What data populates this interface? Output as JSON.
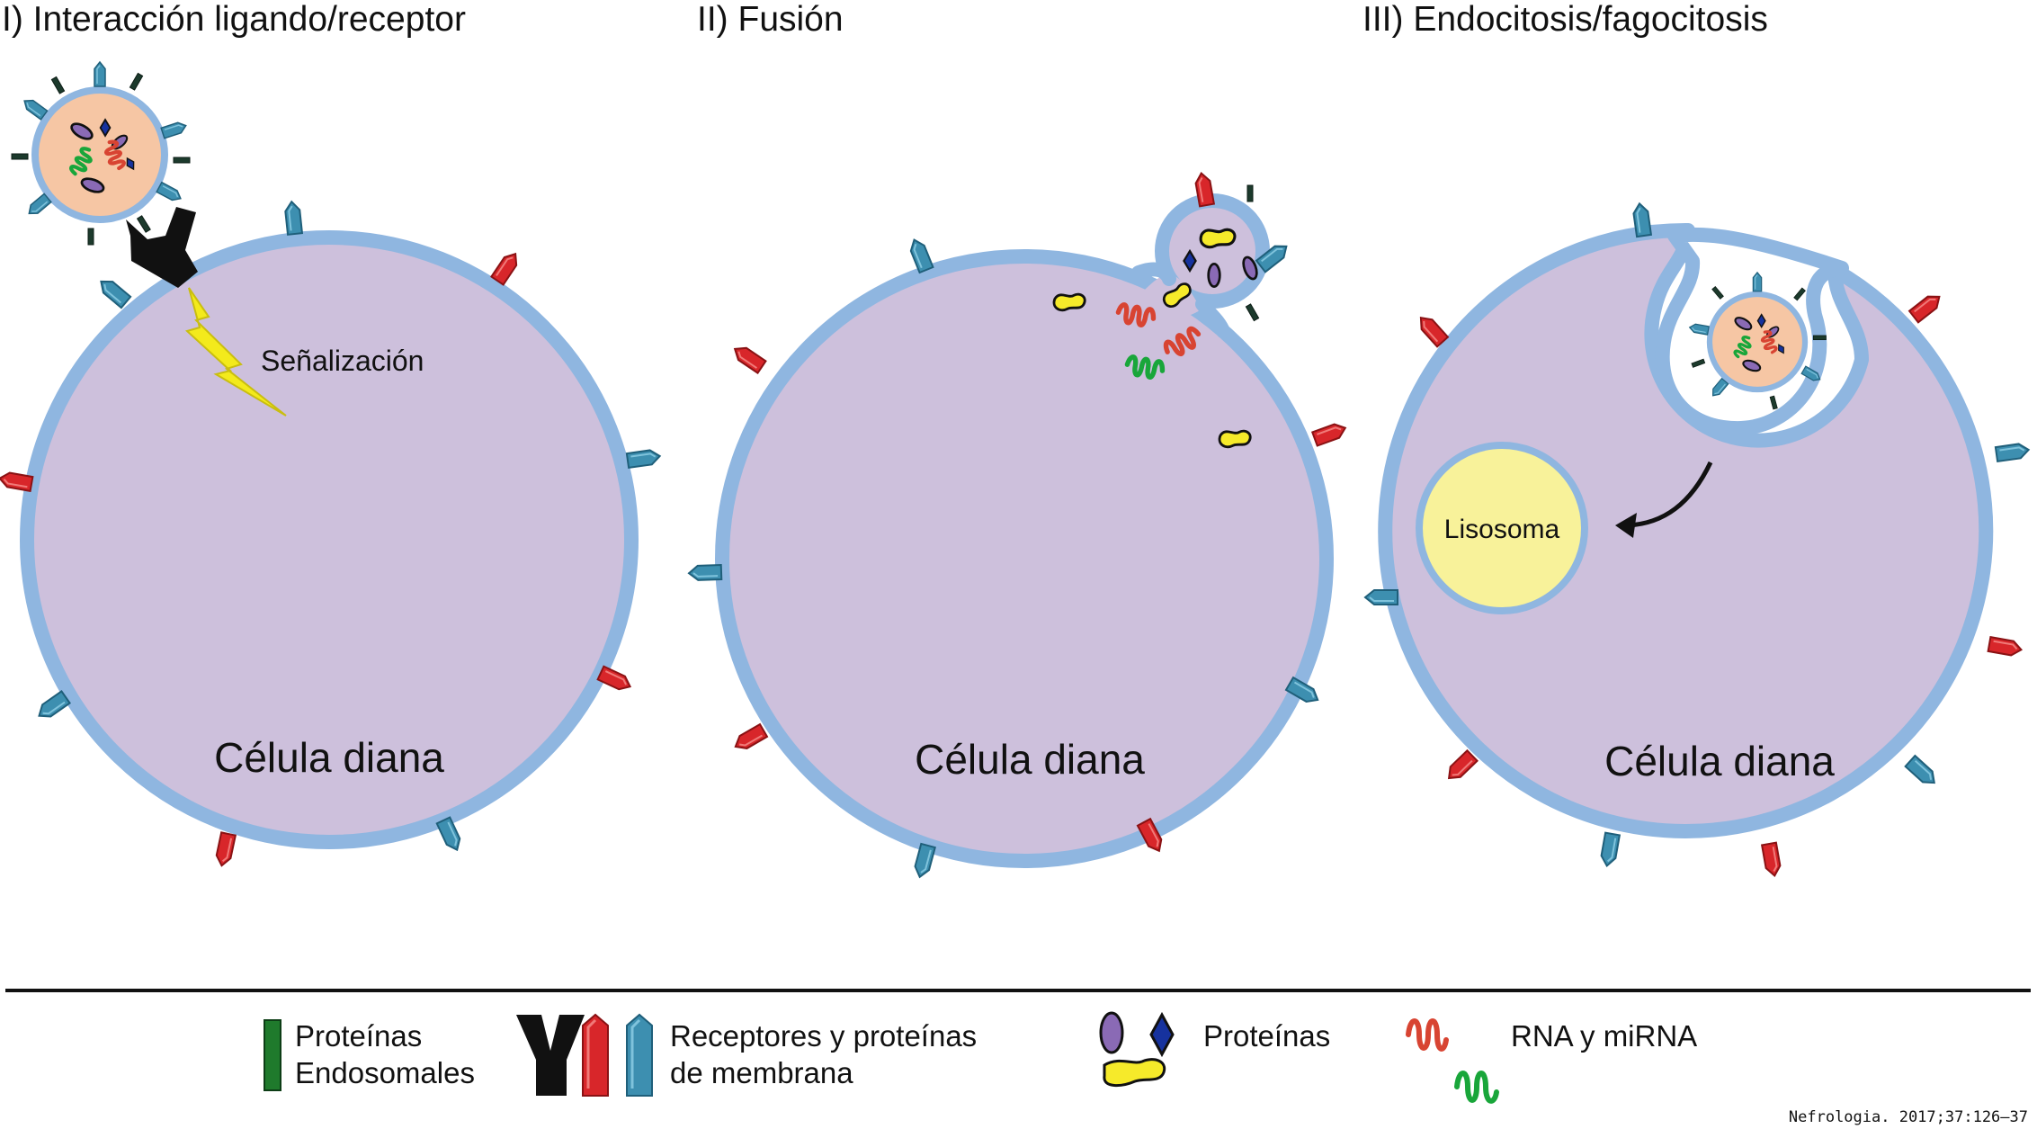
{
  "panels": [
    {
      "title": "I) Interacción ligando/receptor",
      "cell_label": "Célula diana",
      "signal_label": "Señalización"
    },
    {
      "title": "II) Fusión",
      "cell_label": "Célula diana"
    },
    {
      "title": "III) Endocitosis/fagocitosis",
      "cell_label": "Célula diana",
      "lysosome_label": "Lisosoma"
    }
  ],
  "legend": {
    "endosomal": "Proteínas\nEndosomales",
    "receptors": "Receptores y proteínas\nde membrana",
    "proteins": "Proteínas",
    "rna": "RNA y miRNA"
  },
  "citation": "Nefrologia. 2017;37:126–37",
  "colors": {
    "cell_fill": "#cdc0dc",
    "membrane": "#8fb6e0",
    "vesicle_fill": "#f6c6a4",
    "receptor_blue": "#3d8fb0",
    "receptor_red": "#d8262a",
    "endosomal_green": "#1f7a2c",
    "rna_red": "#d84432",
    "rna_green": "#19a63a",
    "protein_purple": "#8a6ab5",
    "protein_blue": "#16329e",
    "protein_yellow": "#f6ea2a",
    "lysosome": "#f8f29a",
    "lightning": "#f3ea1c"
  },
  "icons": [
    "receptor-icon",
    "endosomal-protein-icon",
    "protein-icon",
    "rna-icon",
    "lightning-icon",
    "arrow-icon"
  ]
}
